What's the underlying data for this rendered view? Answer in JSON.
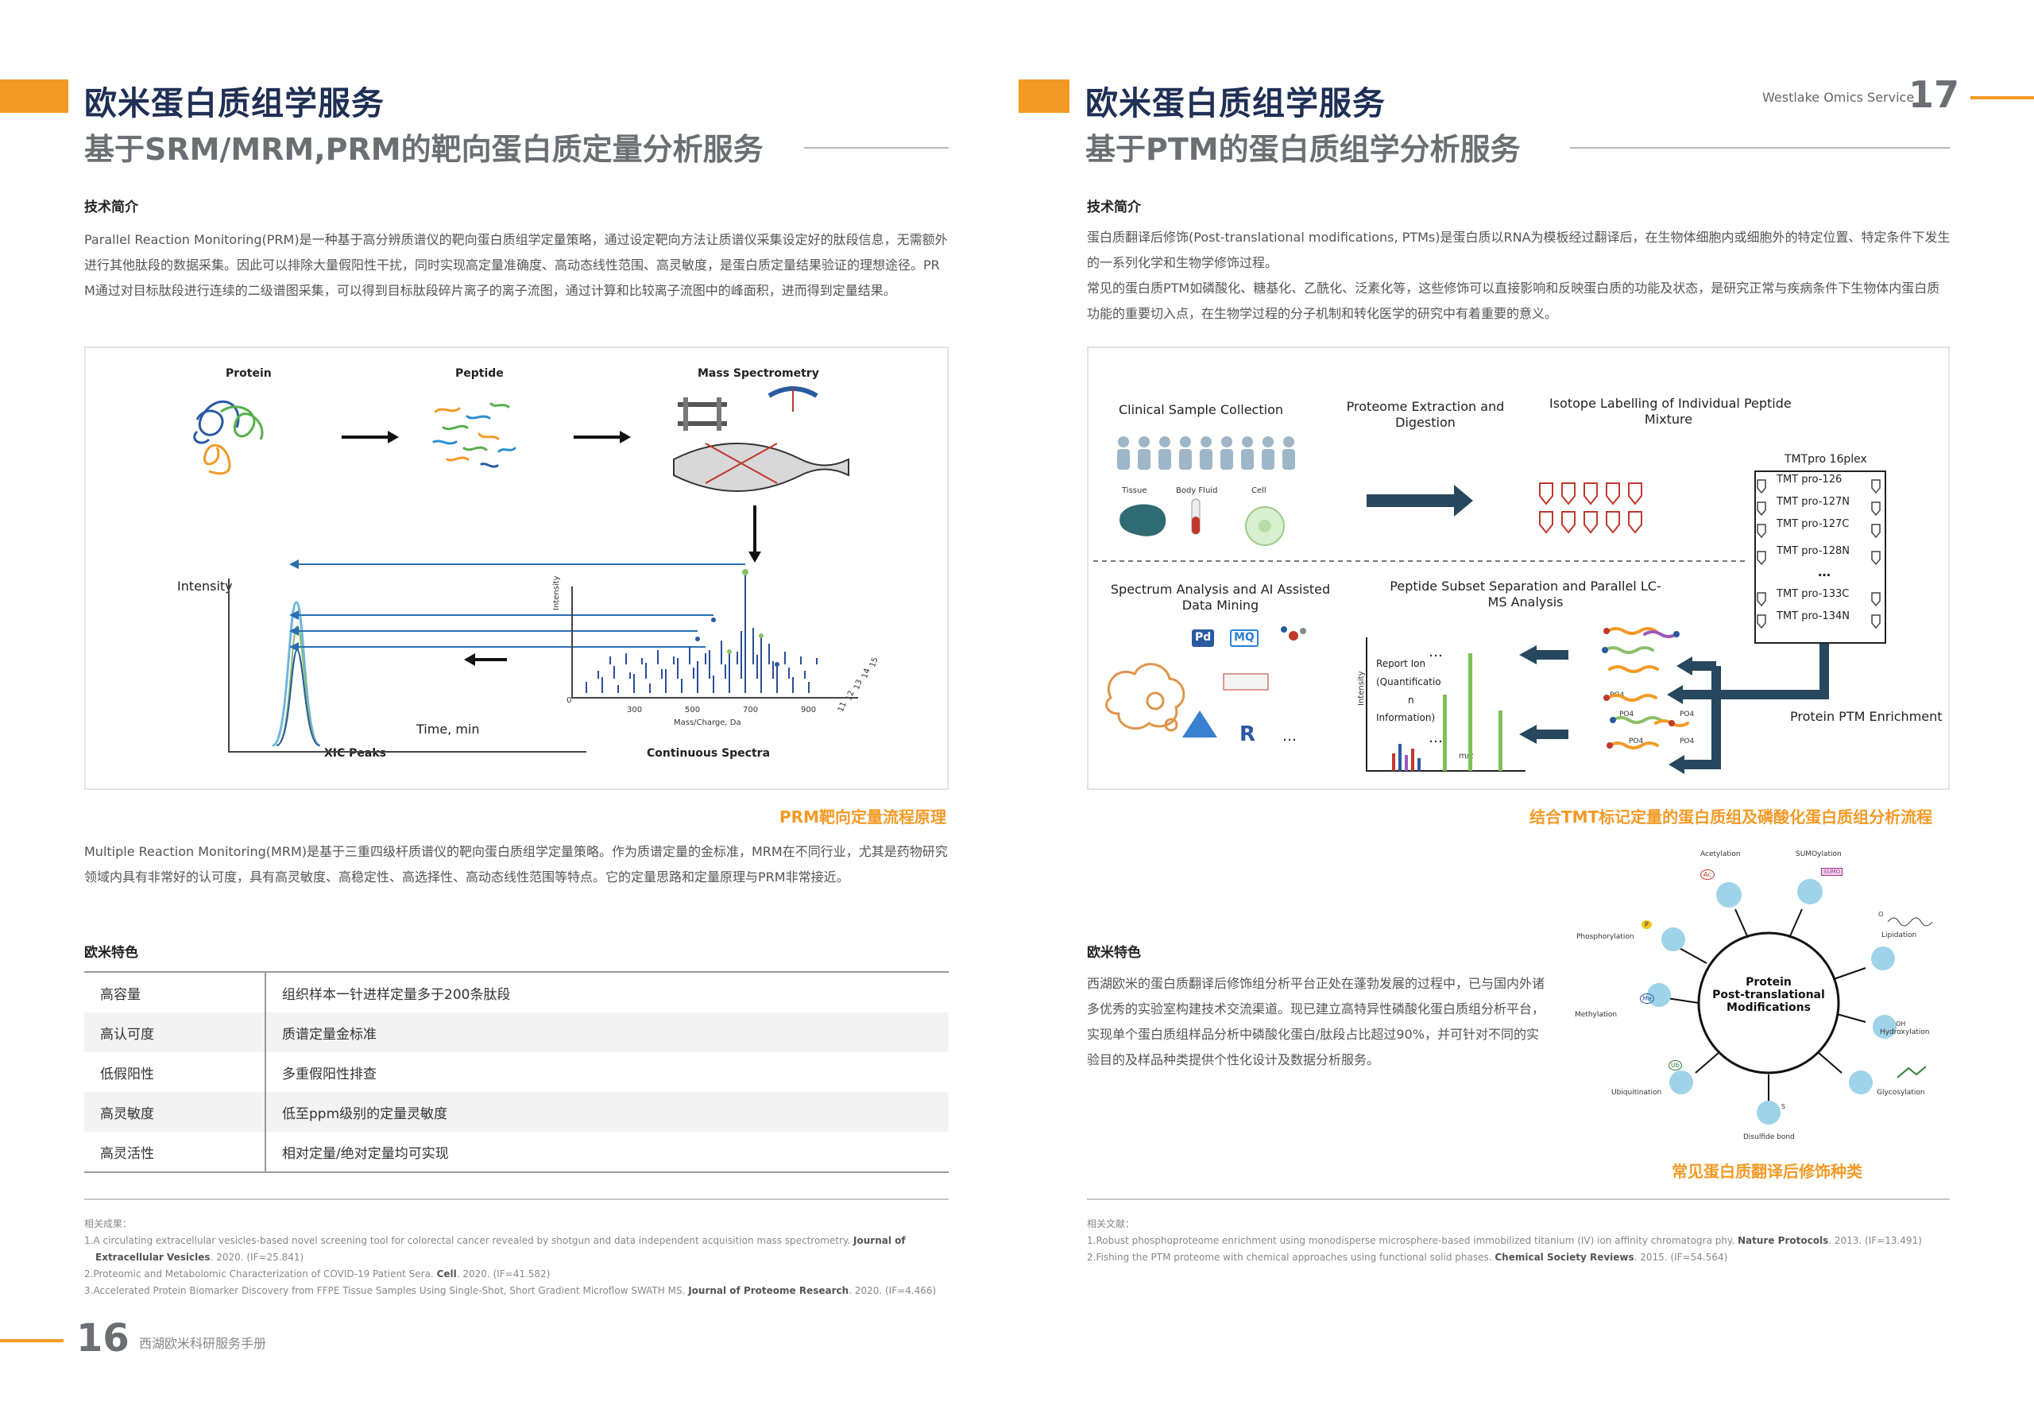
{
  "page16": {
    "heading": "欧米蛋白质组学服务",
    "subheading": "基于SRM/MRM,PRM的靶向蛋白质定量分析服务",
    "intro_title": "技术简介",
    "intro_text": "Parallel Reaction Monitoring(PRM)是一种基于高分辨质谱仪的靶向蛋白质组学定量策略，通过设定靶向方法让质谱仪采集设定好的肽段信息，无需额外进行其他肽段的数据采集。因此可以排除大量假阳性干扰，同时实现高定量准确度、高动态线性范围、高灵敏度，是蛋白质定量结果验证的理想途径。PRM通过对目标肽段进行连续的二级谱图采集，可以得到目标肽段碎片离子的离子流图，通过计算和比较离子流图中的峰面积，进而得到定量结果。",
    "figure": {
      "protein": "Protein",
      "peptide": "Peptide",
      "mass_spec": "Mass Spectrometry",
      "intensity": "Intensity",
      "time_axis": "Time, min",
      "xic": "XIC Peaks",
      "continuous": "Continuous Spectra",
      "spec_ylabel": "Intensity",
      "spec_xlabel": "Mass/Charge, Da",
      "zero": "0",
      "ticks": [
        "300",
        "500",
        "700",
        "900"
      ],
      "depth_ticks": [
        "11",
        "12",
        "13",
        "14",
        "15"
      ]
    },
    "figure_caption": "PRM靶向定量流程原理",
    "mrm_text": "Multiple Reaction Monitoring(MRM)是基于三重四级杆质谱仪的靶向蛋白质组学定量策略。作为质谱定量的金标准，MRM在不同行业，尤其是药物研究领域内具有非常好的认可度，具有高灵敏度、高稳定性、高选择性、高动态线性范围等特点。它的定量思路和定量原理与PRM非常接近。",
    "features_title": "欧米特色",
    "features": [
      {
        "key": "高容量",
        "value": "组织样本一针进样定量多于200条肽段"
      },
      {
        "key": "高认可度",
        "value": "质谱定量金标准"
      },
      {
        "key": "低假阳性",
        "value": "多重假阳性排查"
      },
      {
        "key": "高灵敏度",
        "value": "低至ppm级别的定量灵敏度"
      },
      {
        "key": "高灵活性",
        "value": "相对定量/绝对定量均可实现"
      }
    ],
    "refs_title": "相关成果：",
    "refs": [
      {
        "n": "1.",
        "text": "A circulating extracellular vesicles-based novel screening tool for colorectal cancer revealed by shotgun and data independent acquisition mass spectrometry. ",
        "journal": "Journal of Extracellular Vesicles",
        "tail": ". 2020. (IF=25.841)"
      },
      {
        "n": "2.",
        "text": "Proteomic and Metabolomic Characterization of COVID-19 Patient Sera. ",
        "journal": "Cell",
        "tail": ". 2020. (IF=41.582)"
      },
      {
        "n": "3.",
        "text": "Accelerated Protein Biomarker Discovery from FFPE Tissue Samples Using Single-Shot, Short Gradient Microflow SWATH MS. ",
        "journal": "Journal of Proteome Research",
        "tail": ". 2020. (IF=4.466)"
      }
    ],
    "page_number": "16",
    "footer_text": "西湖欧米科研服务手册"
  },
  "page17": {
    "heading": "欧米蛋白质组学服务",
    "subheading": "基于PTM的蛋白质组学分析服务",
    "brand": "Westlake Omics Service",
    "page_number": "17",
    "intro_title": "技术简介",
    "intro_p1": "蛋白质翻译后修饰(Post-translational modifications, PTMs)是蛋白质以RNA为模板经过翻译后，在生物体细胞内或细胞外的特定位置、特定条件下发生的一系列化学和生物学修饰过程。",
    "intro_p2": "常见的蛋白质PTM如磷酸化、糖基化、乙酰化、泛素化等，这些修饰可以直接影响和反映蛋白质的功能及状态，是研究正常与疾病条件下生物体内蛋白质功能的重要切入点，在生物学过程的分子机制和转化医学的研究中有着重要的意义。",
    "workflow": {
      "s1": "Clinical Sample Collection",
      "tissue": "Tissue",
      "body_fluid": "Body Fluid",
      "cell": "Cell",
      "s2a": "Proteome Extraction and",
      "s2b": "Digestion",
      "s3a": "Isotope Labelling of Individual Peptide",
      "s3b": "Mixture",
      "tmt_title": "TMTpro 16plex",
      "tmt_items": [
        "TMT pro-126",
        "TMT pro-127N",
        "TMT pro-127C",
        "TMT pro-128N",
        "TMT pro-133C",
        "TMT pro-134N"
      ],
      "s4a": "Spectrum Analysis and AI Assisted",
      "s4b": "Data Mining",
      "s5a": "Peptide Subset Separation and Parallel LC-",
      "s5b": "MS Analysis",
      "report1": "Report Ion",
      "report2": "(Quantificatio",
      "report3": "n",
      "report4": "Information)",
      "int_label": "Intensity",
      "mz": "m/z",
      "enrich": "Protein PTM Enrichment",
      "po4": "PO4",
      "pd": "Pd",
      "mq": "MQ",
      "r": "R",
      "ellipsis": "…"
    },
    "workflow_caption": "结合TMT标记定量的蛋白质组及磷酸化蛋白质组分析流程",
    "features_title": "欧米特色",
    "features_text": "西湖欧米的蛋白质翻译后修饰组分析平台正处在蓬勃发展的过程中，已与国内外诸多优秀的实验室构建技术交流渠道。现已建立高特异性磷酸化蛋白质组分析平台，实现单个蛋白质组样品分析中磷酸化蛋白/肽段占比超过90%，并可针对不同的实验目的及样品种类提供个性化设计及数据分析服务。",
    "ptm": {
      "center1": "Protein",
      "center2": "Post-translational",
      "center3": "Modifications",
      "labels": [
        "Acetylation",
        "SUMOylation",
        "Lipidation",
        "Hydroxylation",
        "Glycosylation",
        "Disulfide bond",
        "Ubiquitination",
        "Methylation",
        "Phosphorylation"
      ],
      "ac": "Ac",
      "sumo": "SUMO",
      "me": "Me",
      "p": "P",
      "ub": "Ub",
      "oh": "OH",
      "o": "O",
      "s": "S"
    },
    "ptm_caption": "常见蛋白质翻译后修饰种类",
    "refs_title": "相关文献：",
    "refs": [
      {
        "n": "1.",
        "text": "Robust phosphoproteome enrichment using monodisperse microsphere-based immobilized titanium (IV) ion affinity chromatogra phy. ",
        "journal": "Nature Protocols",
        "tail": ". 2013. (IF=13.491)"
      },
      {
        "n": "2.",
        "text": "Fishing the PTM proteome with chemical approaches using functional solid phases. ",
        "journal": "Chemical Society Reviews",
        "tail": ". 2015. (IF=54.564)"
      }
    ]
  },
  "colors": {
    "accent": "#f39a26",
    "navy": "#1f2f55",
    "dark_arrow": "#27475e",
    "gray_heading": "#6b6f73"
  }
}
